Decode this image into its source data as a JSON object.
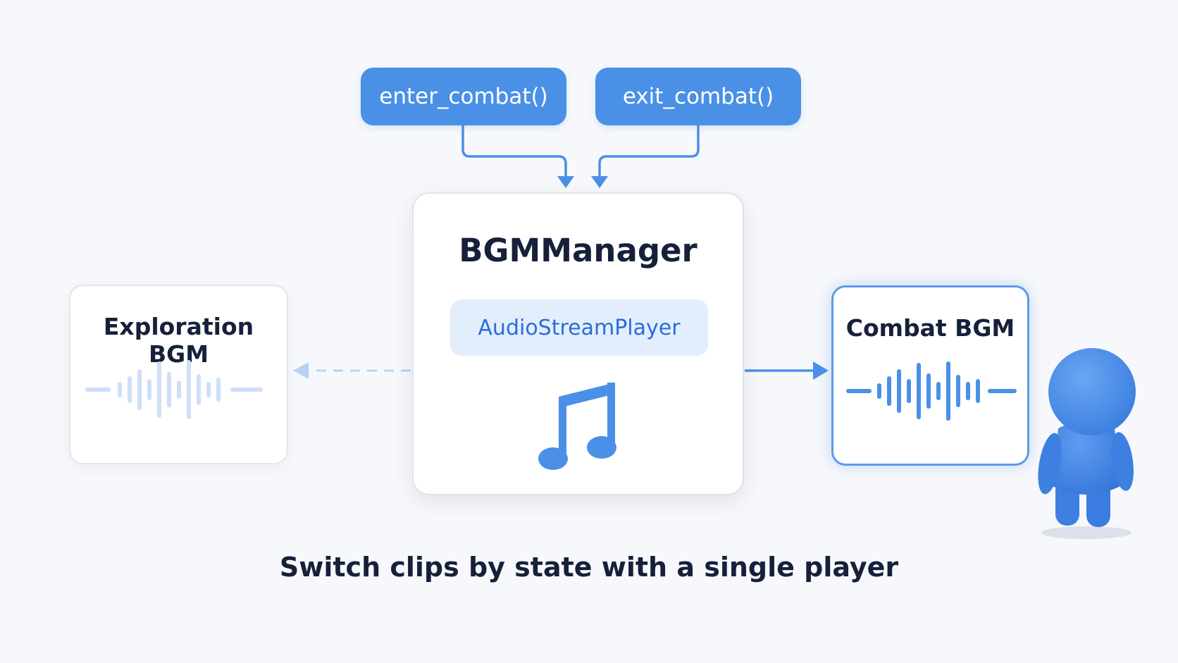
{
  "methods": {
    "enter": "enter_combat()",
    "exit": "exit_combat()"
  },
  "manager": {
    "title": "BGMManager",
    "player": "AudioStreamPlayer"
  },
  "clips": {
    "exploration": "Exploration BGM",
    "combat": "Combat BGM"
  },
  "caption": "Switch clips by state with a single player",
  "icons": {
    "manager": "music-note-icon",
    "clips": "audio-waveform-icon",
    "character": "character-figure"
  },
  "colors": {
    "accent": "#4a90e6",
    "accent_light": "#e3eefd",
    "text_dark": "#17203b",
    "inactive": "#cfdff8"
  }
}
